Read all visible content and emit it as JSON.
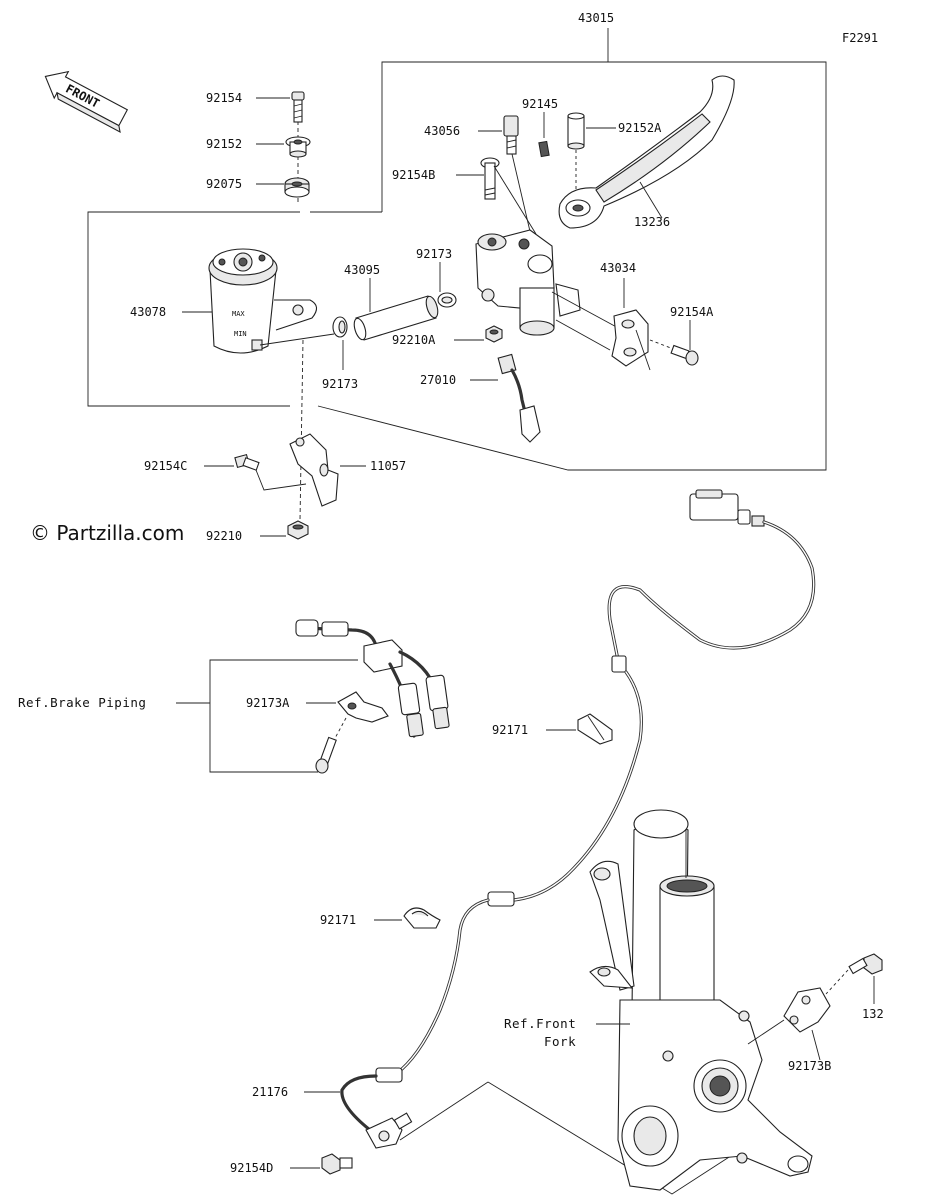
{
  "figure_code": "F2291",
  "watermark": "© Partzilla.com",
  "front_arrow_label": "FRONT",
  "callouts": {
    "p43015": "43015",
    "p92154": "92154",
    "p92152": "92152",
    "p92075": "92075",
    "p43056": "43056",
    "p92145": "92145",
    "p92152A": "92152A",
    "p92154B": "92154B",
    "p13236": "13236",
    "p92173_top": "92173",
    "p43095": "43095",
    "p43078": "43078",
    "p43034": "43034",
    "p92154A": "92154A",
    "p92210A": "92210A",
    "p92173_low": "92173",
    "p27010": "27010",
    "p92154C": "92154C",
    "p11057": "11057",
    "p92210": "92210",
    "p92173A": "92173A",
    "p92171_a": "92171",
    "p92171_b": "92171",
    "p132": "132",
    "p92173B": "92173B",
    "p21176": "21176",
    "p92154D": "92154D"
  },
  "refs": {
    "brake_piping": "Ref.Brake Piping",
    "front_fork_1": "Ref.Front",
    "front_fork_2": "Fork"
  },
  "reservoir_marks": {
    "max": "MAX",
    "min": "MIN"
  }
}
